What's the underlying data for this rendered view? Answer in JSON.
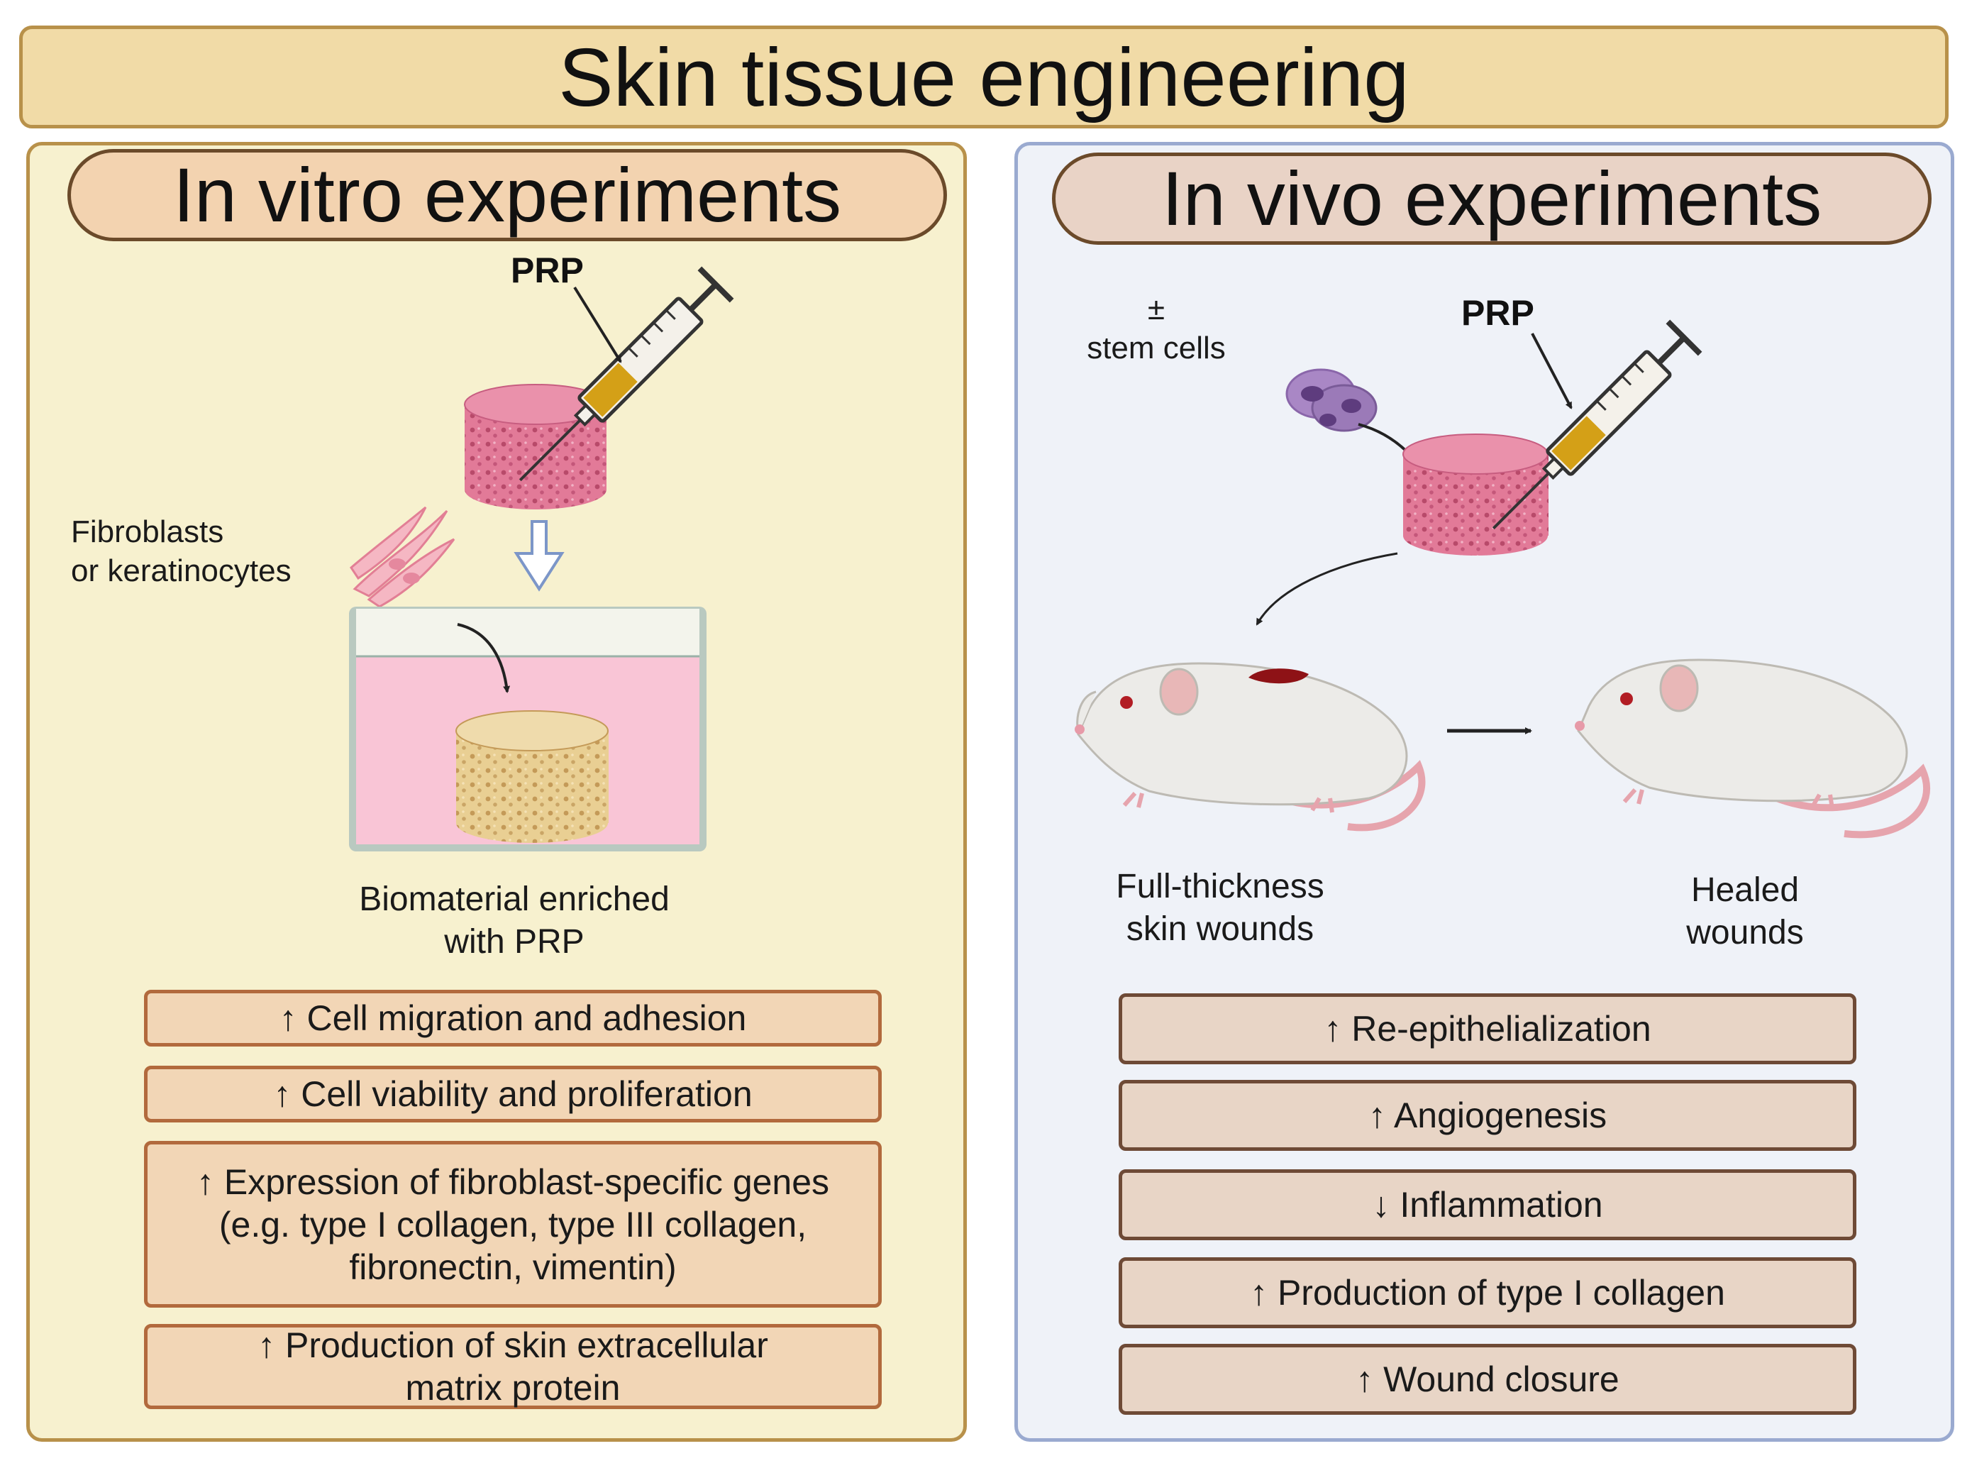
{
  "title": "Skin tissue engineering",
  "in_vitro": {
    "heading": "In vitro experiments",
    "prp_label": "PRP",
    "cells_label_line1": "Fibroblasts",
    "cells_label_line2": "or keratinocytes",
    "caption_line1": "Biomaterial enriched",
    "caption_line2": "with PRP",
    "results": [
      "↑ Cell migration and adhesion",
      "↑ Cell viability and proliferation",
      "↑ Expression of fibroblast-specific genes",
      "(e.g. type I collagen, type III collagen,",
      "fibronectin, vimentin)",
      "↑ Production of skin extracellular",
      "matrix protein"
    ]
  },
  "in_vivo": {
    "heading": "In vivo experiments",
    "stem_pm": "±",
    "stem_label": "stem cells",
    "prp_label": "PRP",
    "wounds_line1": "Full-thickness",
    "wounds_line2": "skin wounds",
    "healed_line1": "Healed",
    "healed_line2": "wounds",
    "results": [
      "↑ Re-epithelialization",
      "↑ Angiogenesis",
      "↓ Inflammation",
      "↑ Production of type I collagen",
      "↑ Wound closure"
    ]
  },
  "colors": {
    "title_fill": "#f1dba7",
    "left_panel": "#f7f1cf",
    "right_panel": "#eff2f8",
    "scaffold_pink": "#e27a98",
    "scaffold_tan": "#e9cf93",
    "medium_pink": "#f9c5d6",
    "prp_yellow": "#d4a017",
    "stem_cell_purple": "#9b7ab8"
  }
}
